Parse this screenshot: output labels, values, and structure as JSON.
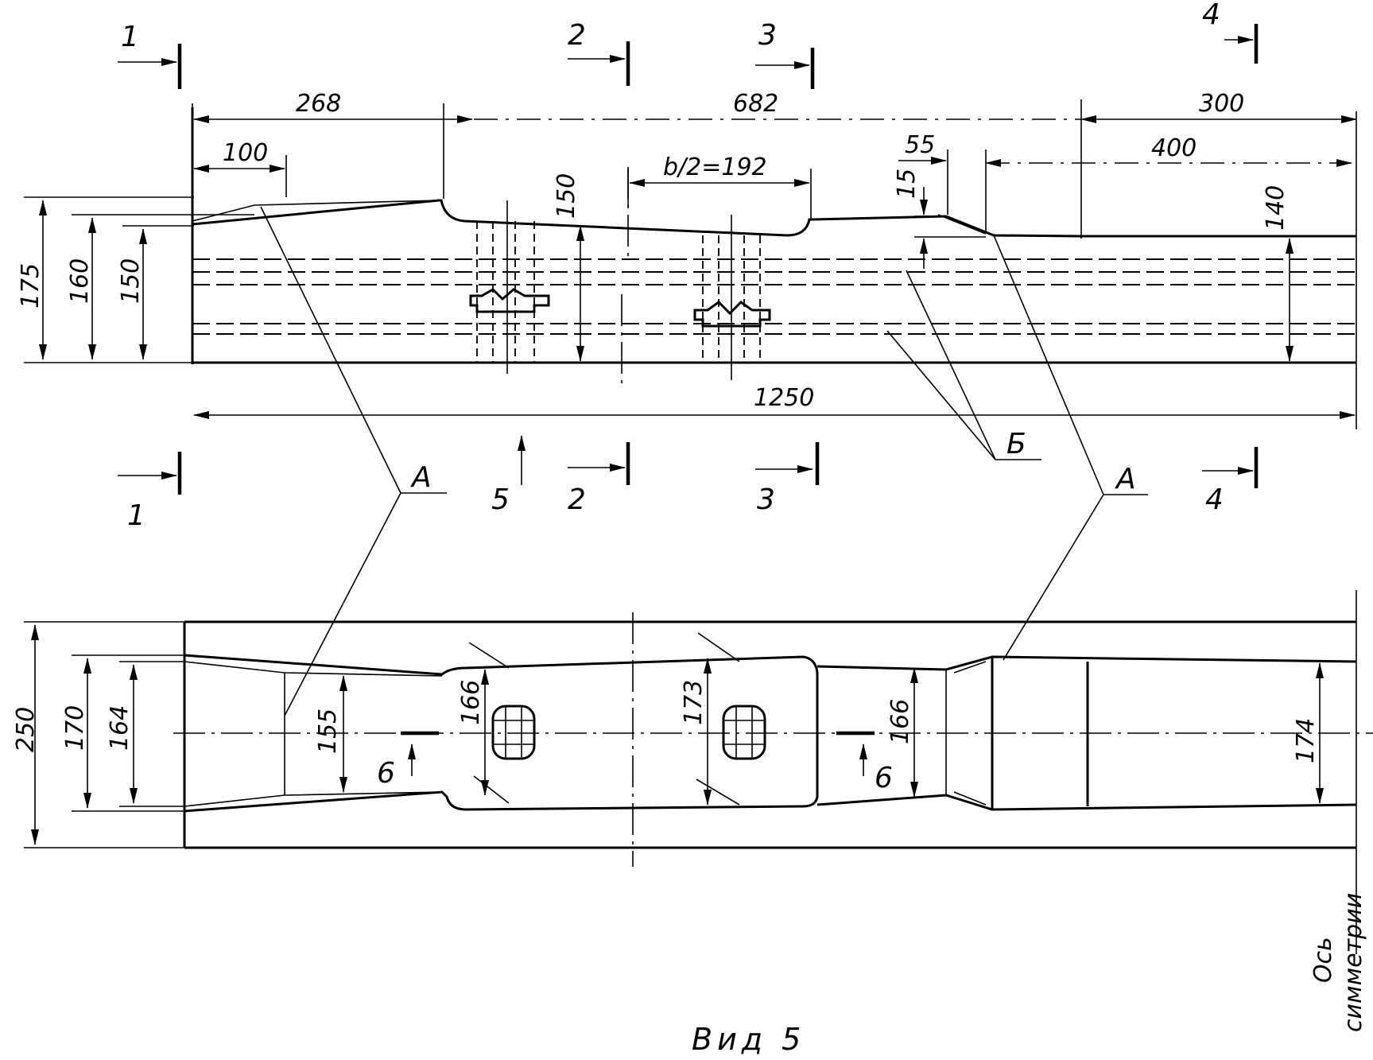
{
  "sections": {
    "s1": "1",
    "s2": "2",
    "s3": "3",
    "s4": "4",
    "view_arrow": "5",
    "s6": "6"
  },
  "top_view_dims": {
    "d268": "268",
    "d682": "682",
    "d300": "300",
    "d100": "100",
    "b_half": "b/2=192",
    "d55": "55",
    "d400": "400",
    "d15": "15",
    "d150_mid": "150",
    "d140": "140",
    "d175": "175",
    "d160": "160",
    "d150_left": "150",
    "d1250": "1250"
  },
  "plan_view_dims": {
    "d250": "250",
    "d170": "170",
    "d164": "164",
    "d155": "155",
    "d166_a": "166",
    "d173": "173",
    "d166_b": "166",
    "d174": "174"
  },
  "callouts": {
    "a_left": "А",
    "a_right": "А",
    "b": "Б"
  },
  "axis_label": {
    "line1": "Ось",
    "line2": "симметрии"
  },
  "caption": "Вид  5"
}
